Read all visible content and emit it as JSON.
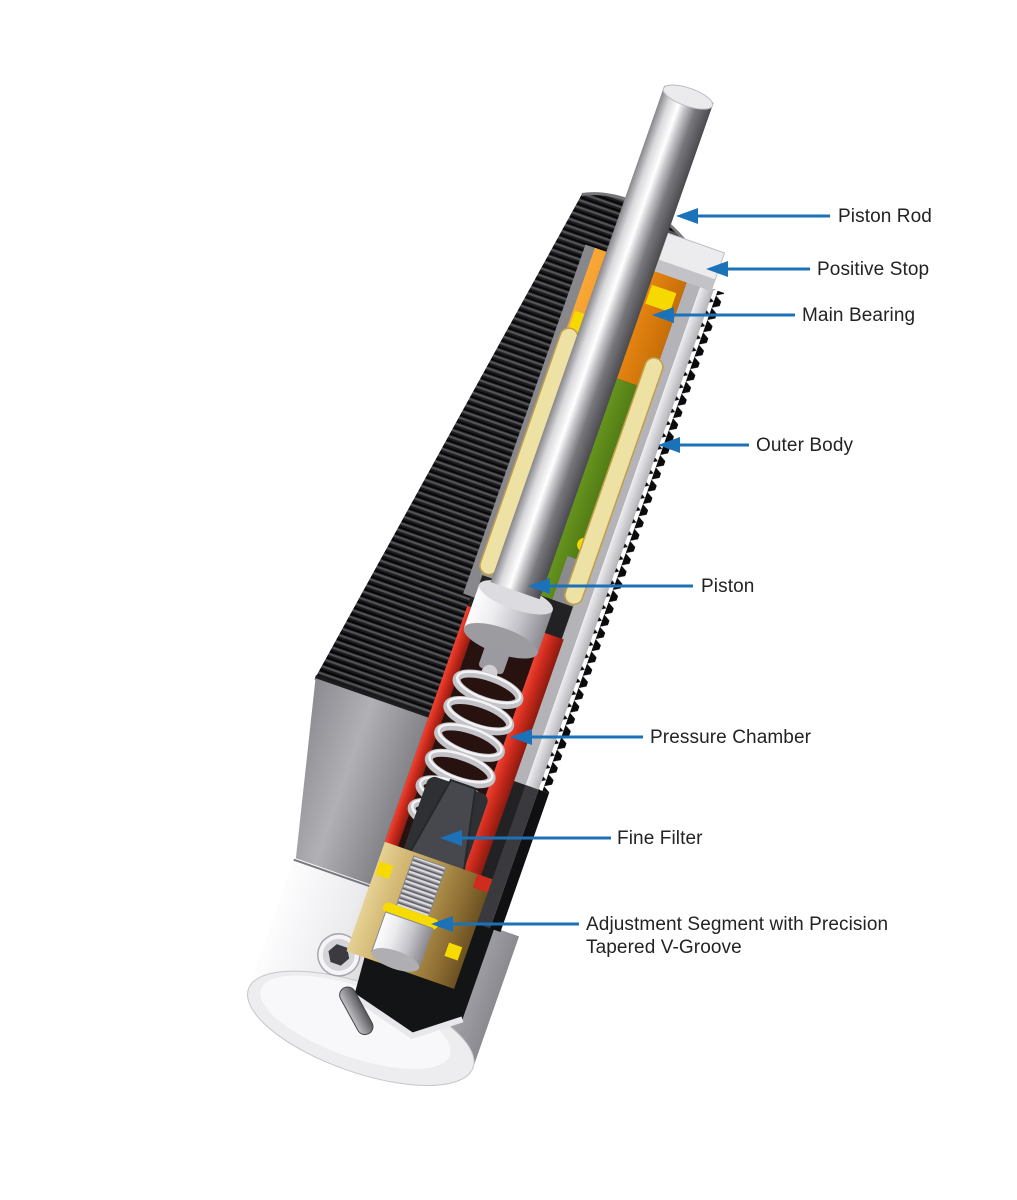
{
  "figure": {
    "type": "technical cutaway illustration",
    "subject": "Industrial shock absorber sectional view",
    "background": "#ffffff"
  },
  "colors": {
    "arrow_blue": "#1b72b8",
    "label_text": "#232323",
    "outer_body_black": "#141416",
    "smooth_body_gray": "#6a6a70",
    "main_bearing_orange": "#ef8d14",
    "seal_green": "#6f9e21",
    "seal_yellow": "#f5d900",
    "pressure_chamber_red": "#d02c1d",
    "adjustment_brass": "#c5a55c",
    "steel_silver": "#d9d9dc"
  },
  "labels": [
    {
      "id": "piston-rod",
      "text": "Piston Rod"
    },
    {
      "id": "positive-stop",
      "text": "Positive Stop"
    },
    {
      "id": "main-bearing",
      "text": "Main Bearing"
    },
    {
      "id": "outer-body",
      "text": "Outer Body"
    },
    {
      "id": "piston",
      "text": "Piston"
    },
    {
      "id": "pressure-chamber",
      "text": "Pressure Chamber"
    },
    {
      "id": "fine-filter",
      "text": "Fine Filter"
    },
    {
      "id": "adjustment-segment",
      "text": "Adjustment Segment with Precision\nTapered V-Groove"
    }
  ]
}
